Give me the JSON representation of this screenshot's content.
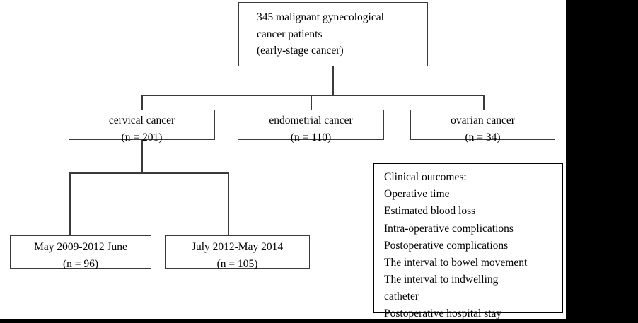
{
  "figure": {
    "type": "flowchart",
    "orientation": "top-down",
    "background_color": "#ffffff",
    "line_color": "#3a3a3a",
    "text_color": "#000000"
  },
  "nodes": {
    "root": {
      "lines": [
        "345 malignant gynecological",
        "cancer patients",
        "(early-stage cancer)"
      ]
    },
    "cervical": {
      "label": "cervical cancer",
      "count": "(n = 201)"
    },
    "endometrial": {
      "label": "endometrial cancer",
      "count": "(n = 110)"
    },
    "ovarian": {
      "label": "ovarian cancer",
      "count": "(n = 34)"
    },
    "period_1": {
      "label": "May 2009-2012 June",
      "count": "(n = 96)"
    },
    "period_2": {
      "label": "July 2012-May 2014",
      "count": "(n = 105)"
    },
    "outcomes": {
      "heading": "Clinical outcomes:",
      "items": [
        "Operative time",
        "Estimated blood loss",
        "Intra-operative complications",
        "Postoperative complications",
        "The interval to bowel movement",
        "The interval to indwelling",
        "catheter",
        "Postoperative hospital stay"
      ]
    }
  }
}
